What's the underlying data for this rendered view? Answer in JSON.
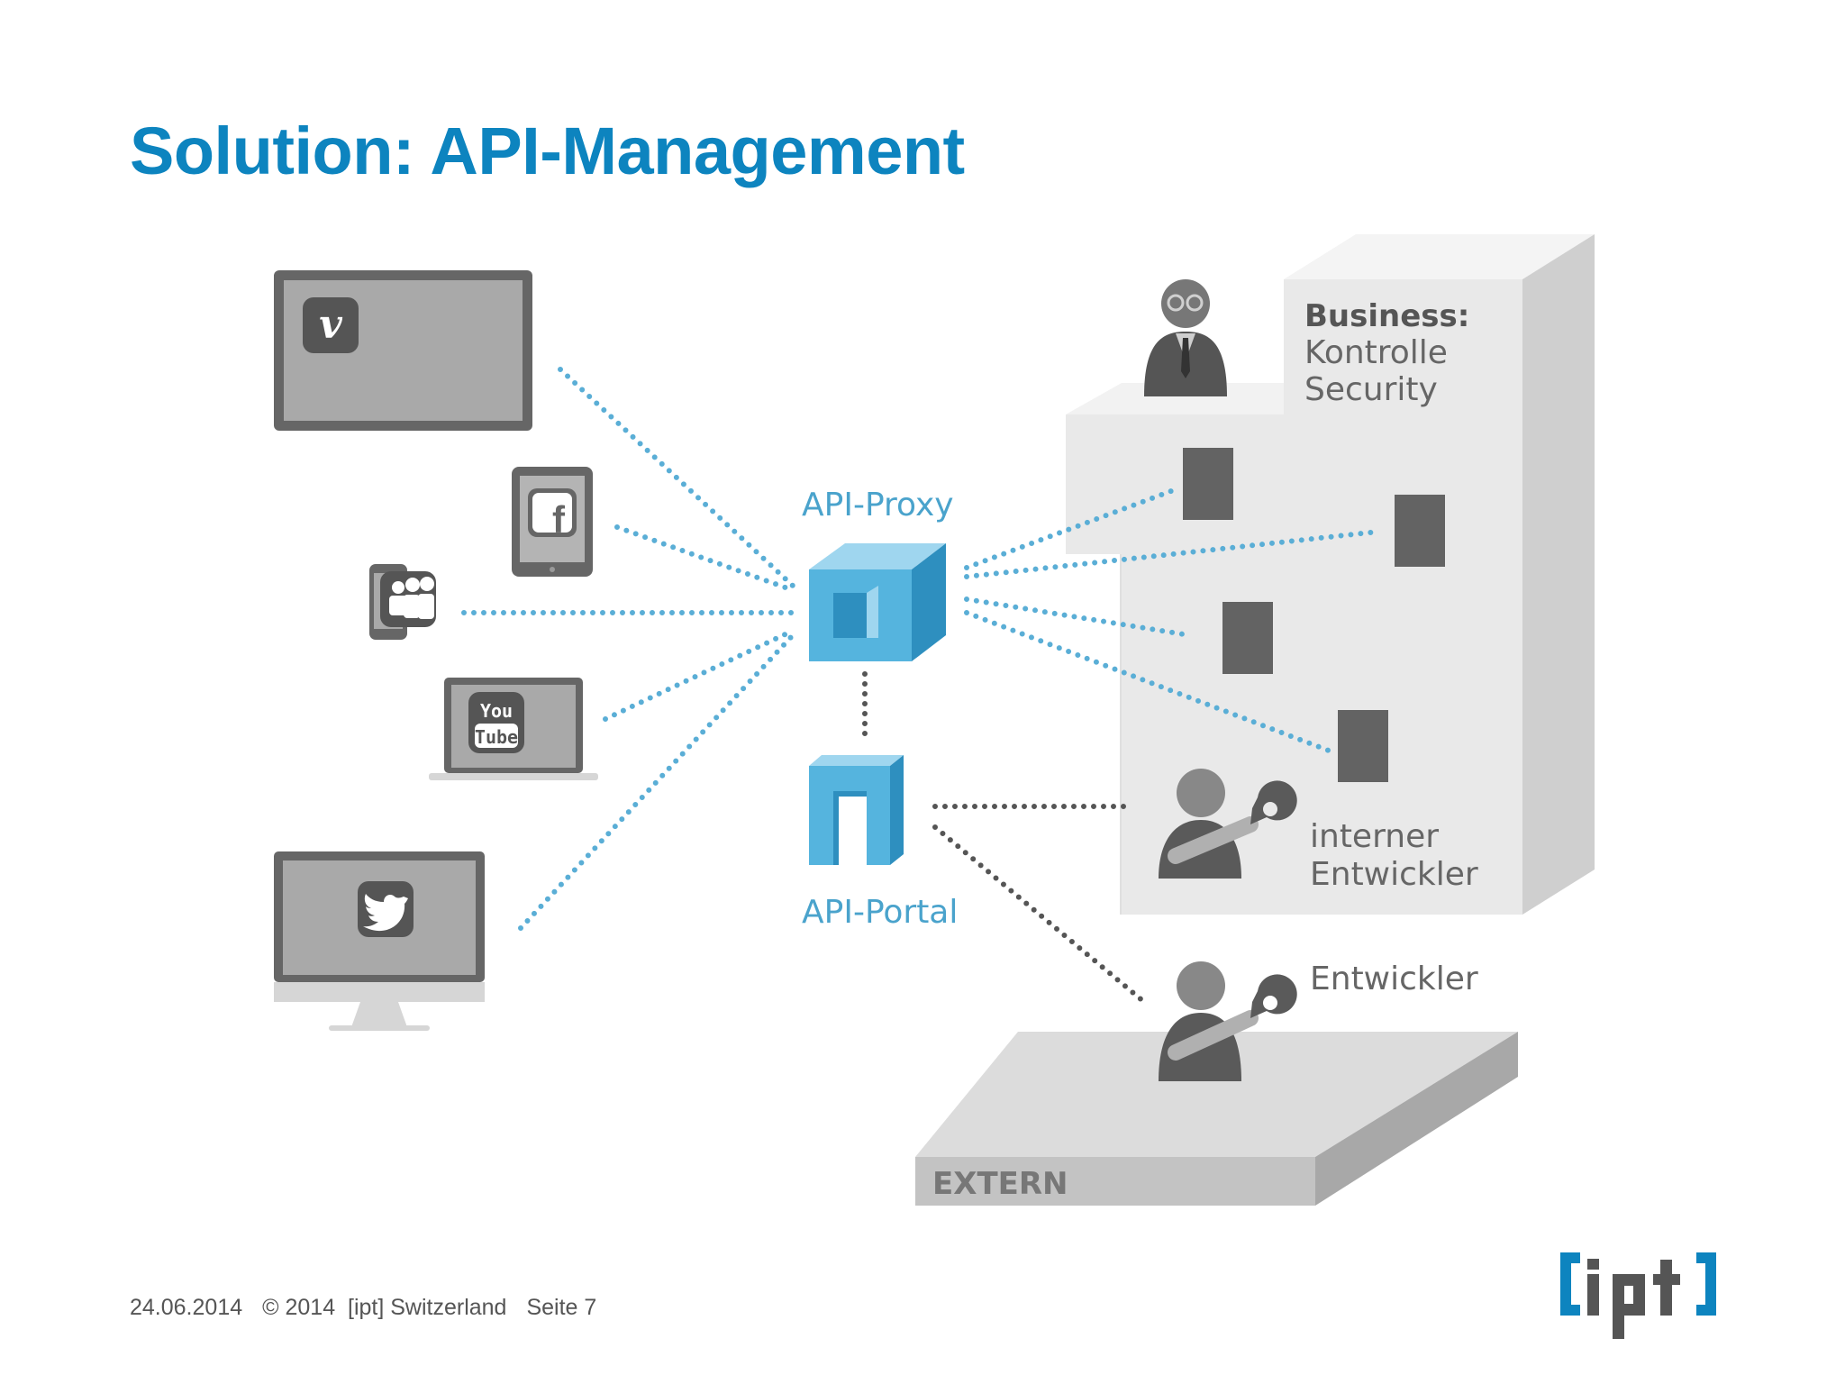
{
  "slide": {
    "title": "Solution: API-Management"
  },
  "diagram": {
    "labels": {
      "proxy": "API-Proxy",
      "portal": "API-Portal",
      "business_title": "Business:",
      "business_line1": "Kontrolle",
      "business_line2": "Security",
      "internal_line1": "interner",
      "internal_line2": "Entwickler",
      "external_dev": "Entwickler",
      "extern": "EXTERN"
    },
    "devices": [
      {
        "type": "tv",
        "icon": "vimeo-icon",
        "glyph": "v"
      },
      {
        "type": "tablet",
        "icon": "facebook-icon",
        "glyph": "f"
      },
      {
        "type": "phone",
        "icon": "myspace-icon"
      },
      {
        "type": "laptop",
        "icon": "youtube-icon",
        "glyph_top": "You",
        "glyph_bottom": "Tube"
      },
      {
        "type": "desktop",
        "icon": "twitter-icon"
      }
    ],
    "colors": {
      "accent": "#4aa3cc",
      "connector_blue": "#5aaed6",
      "connector_gray": "#555555",
      "device_gray": "#666666",
      "screen_gray": "#a9a9a9",
      "building": "#e6e6e6"
    }
  },
  "footer": {
    "date": "24.06.2014",
    "copyright": "© 2014  [ipt] Switzerland",
    "page": "Seite 7"
  },
  "logo": {
    "text": "[ipt]"
  }
}
